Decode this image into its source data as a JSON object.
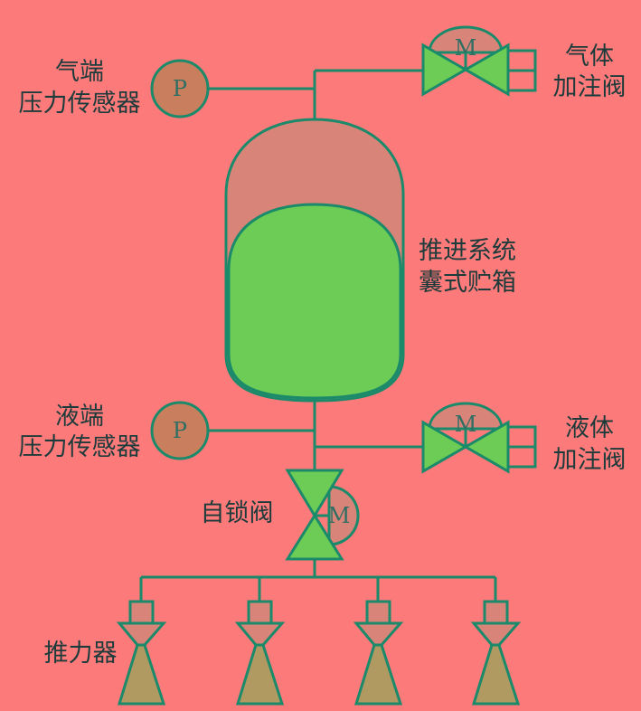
{
  "labels": {
    "gas_sensor_line1": "气端",
    "gas_sensor_line2": "压力传感器",
    "gas_valve_line1": "气体",
    "gas_valve_line2": "加注阀",
    "tank_line1": "推进系统",
    "tank_line2": "囊式贮箱",
    "liquid_sensor_line1": "液端",
    "liquid_sensor_line2": "压力传感器",
    "liquid_valve_line1": "液体",
    "liquid_valve_line2": "加注阀",
    "latch_valve": "自锁阀",
    "thrusters": "推力器"
  },
  "symbols": {
    "pressure": "P",
    "motor": "M"
  },
  "colors": {
    "background": "#fd7a7a",
    "line": "#1a8a6b",
    "green_fill": "#6dcc55",
    "gas_fill": "#d98478",
    "sensor_fill": "#c97f5d",
    "nozzle_fill": "#b19962"
  }
}
